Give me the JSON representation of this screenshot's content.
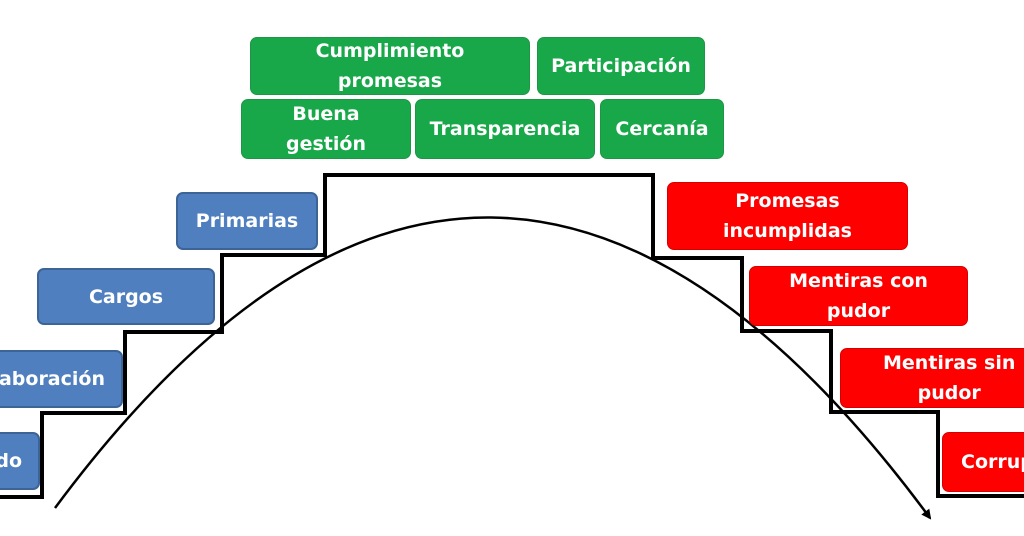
{
  "diagram": {
    "colors": {
      "success": "#18a84a",
      "rise": "#4f7fbf",
      "decline": "#fe0000",
      "lines": "#000000"
    },
    "success_labels": [
      "Cumplimiento\npromesas",
      "Participación",
      "Buena\ngestión",
      "Transparencia",
      "Cercanía"
    ],
    "rise_labels": [
      "Primarias",
      "Cargos",
      "laboración",
      "do"
    ],
    "decline_labels": [
      "Promesas\nincumplidas",
      "Mentiras con\npudor",
      "Mentiras sin\npudor",
      "Corrup"
    ]
  }
}
